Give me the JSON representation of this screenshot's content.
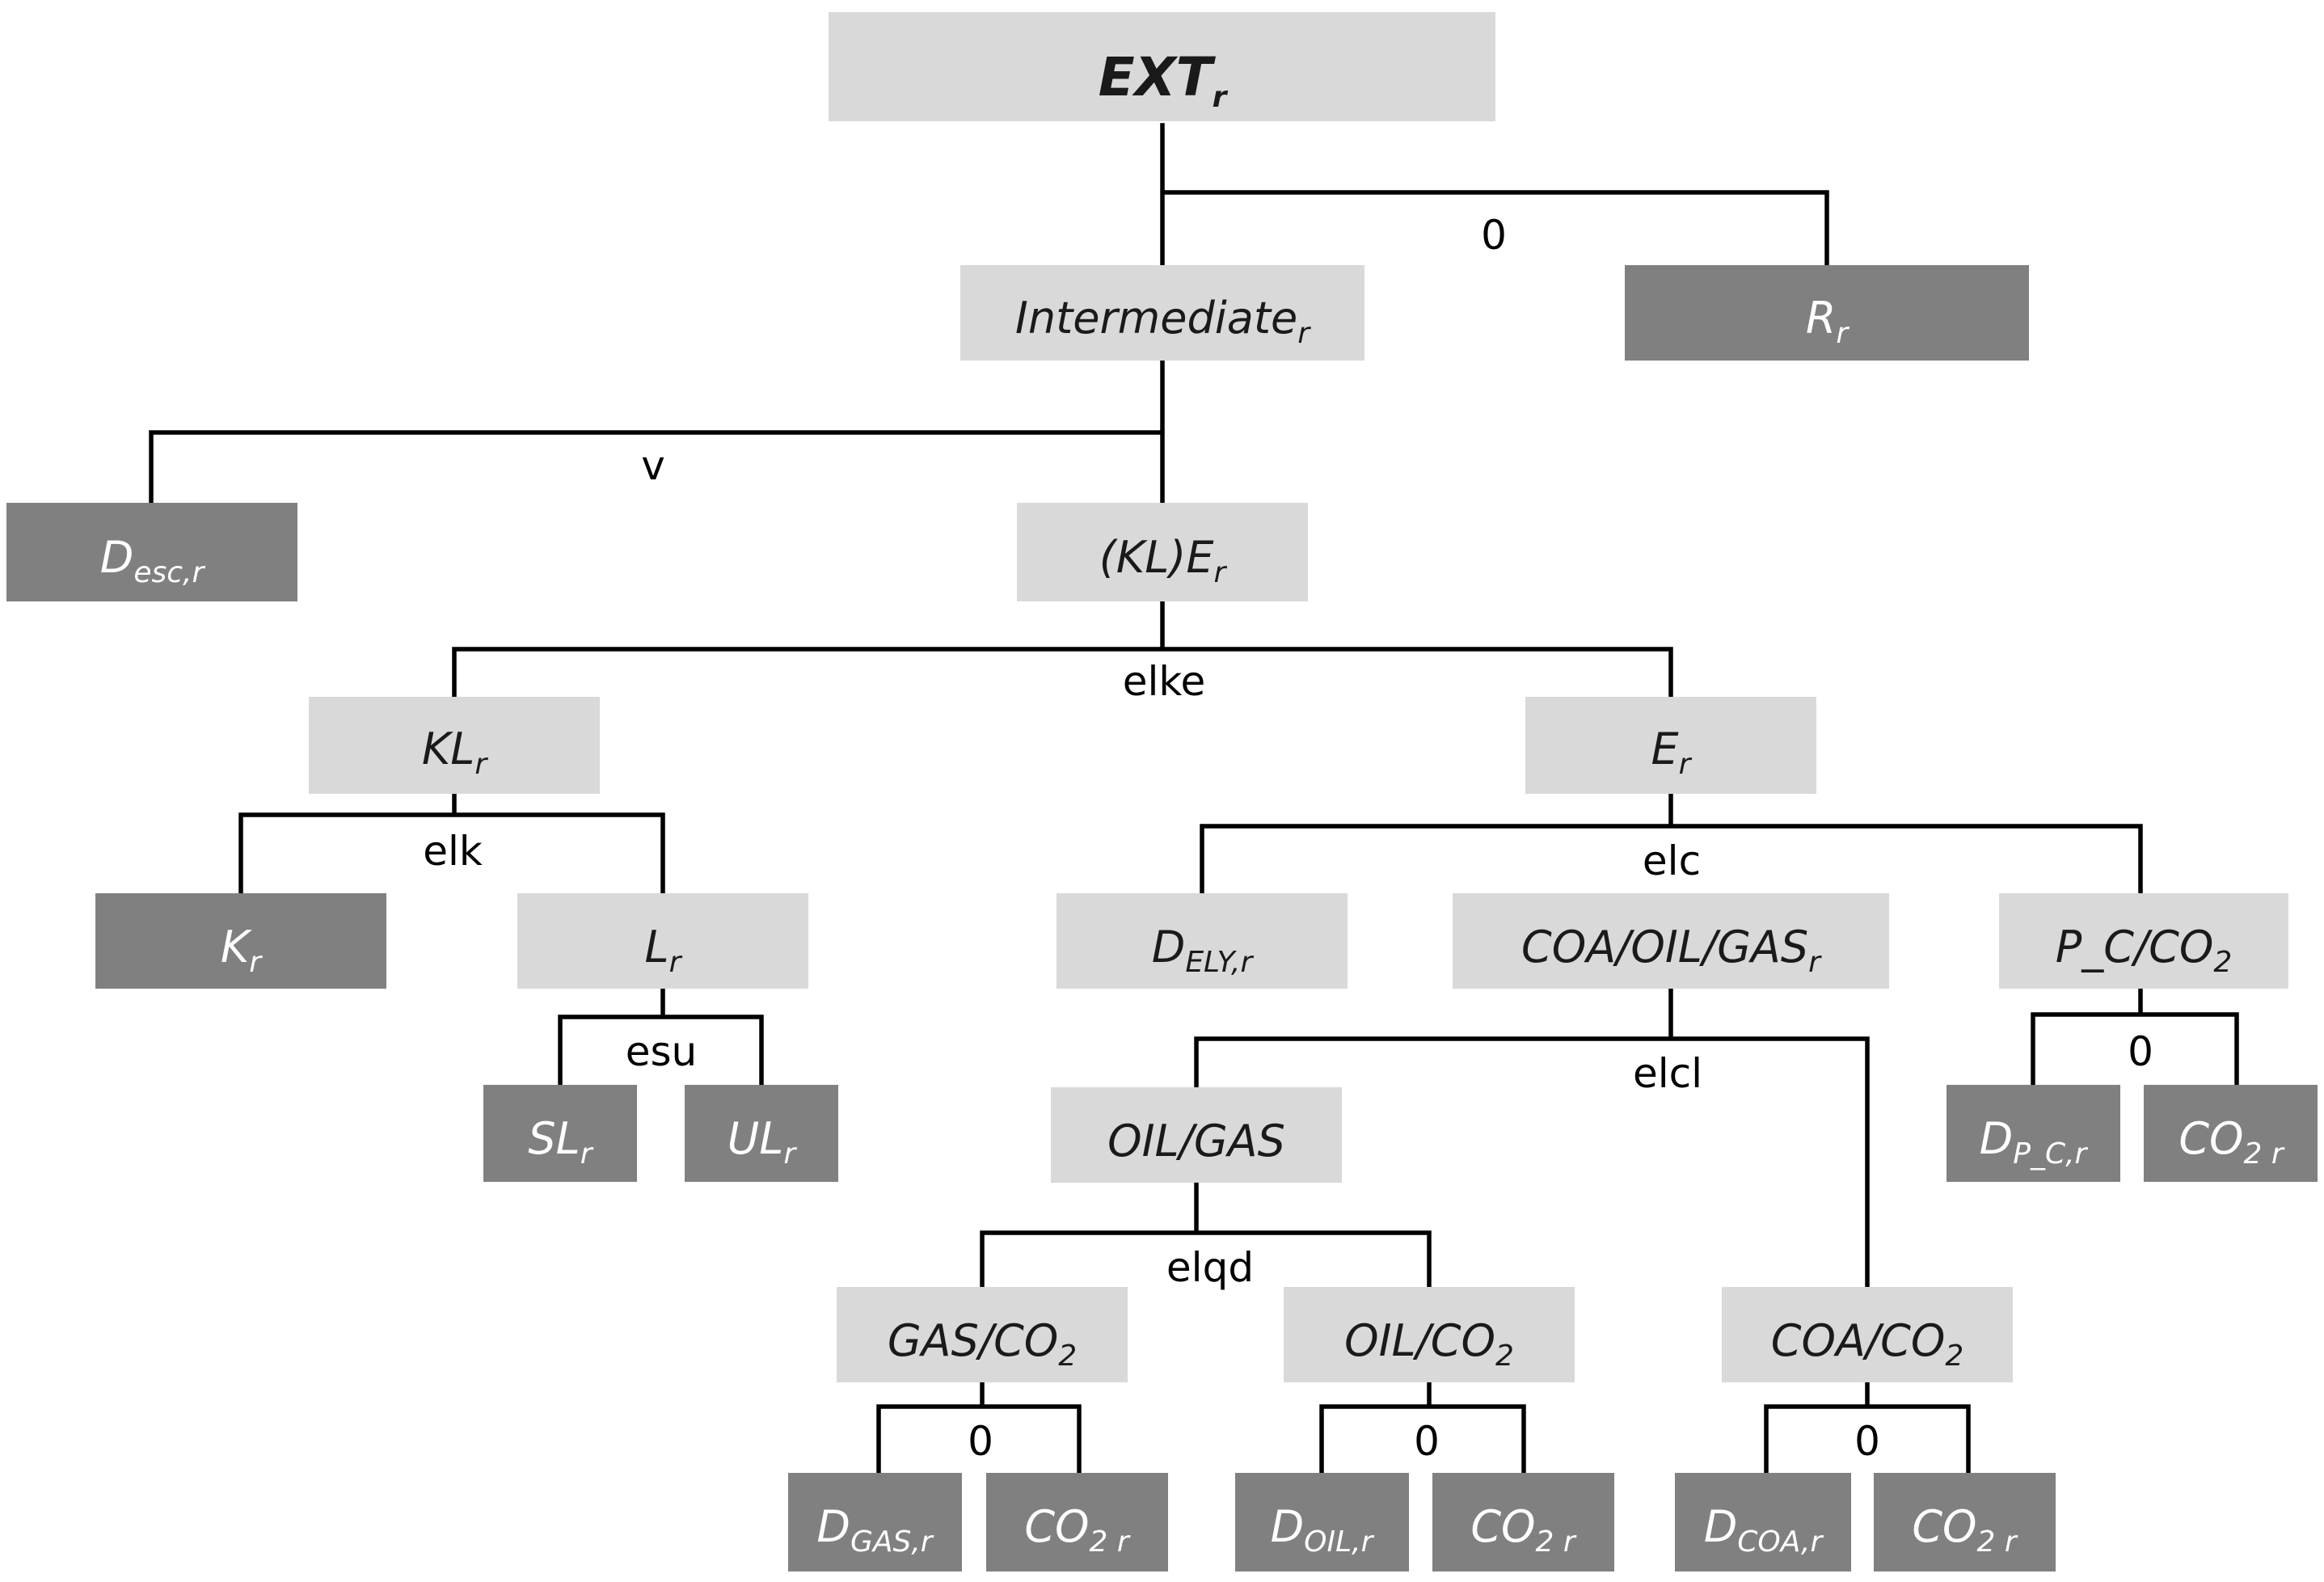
{
  "colors": {
    "nest_node": "#d9d9d9",
    "input_node": "#808080",
    "line": "#000000",
    "nest_text": "#1a1a1a",
    "input_text": "#ffffff"
  },
  "nodes": {
    "ext": {
      "main": "EXT",
      "sub": "r"
    },
    "intermediate": {
      "main": "Intermediate",
      "sub": "r"
    },
    "r": {
      "main": "R",
      "sub": "r"
    },
    "desc": {
      "main": "D",
      "sub": "esc,r"
    },
    "kle": {
      "main": "(KL)E",
      "sub": "r"
    },
    "kl": {
      "main": "KL",
      "sub": "r"
    },
    "e": {
      "main": "E",
      "sub": "r"
    },
    "k": {
      "main": "K",
      "sub": "r"
    },
    "l": {
      "main": "L",
      "sub": "r"
    },
    "sl": {
      "main": "SL",
      "sub": "r"
    },
    "ul": {
      "main": "UL",
      "sub": "r"
    },
    "dely": {
      "main": "D",
      "sub": "ELY,r"
    },
    "coaoilgas": {
      "main": "COA/OIL/GAS",
      "sub": "r"
    },
    "pcco2": {
      "main": "P_C/CO",
      "sub": "2"
    },
    "oilgas": {
      "main": "OIL/GAS",
      "sub": ""
    },
    "gasco2": {
      "main": "GAS/CO",
      "sub": "2"
    },
    "oilco2": {
      "main": "OIL/CO",
      "sub": "2"
    },
    "coaco2": {
      "main": "COA/CO",
      "sub": "2"
    },
    "dpc": {
      "main": "D",
      "sub": "P_C,r"
    },
    "co2_pc": {
      "main": "CO",
      "sub": "2 r"
    },
    "dgas": {
      "main": "D",
      "sub": "GAS,r"
    },
    "co2_gas": {
      "main": "CO",
      "sub": "2 r"
    },
    "doil": {
      "main": "D",
      "sub": "OIL,r"
    },
    "co2_oil": {
      "main": "CO",
      "sub": "2 r"
    },
    "dcoa": {
      "main": "D",
      "sub": "COA,r"
    },
    "co2_coa": {
      "main": "CO",
      "sub": "2 r"
    }
  },
  "elasticities": {
    "ext_split": "0",
    "intermediate_split": "v",
    "kle_split": "elke",
    "kl_split": "elk",
    "e_split": "elc",
    "l_split": "esu",
    "coaoilgas_split": "elcl",
    "pcco2_split": "0",
    "oilgas_split": "elqd",
    "gasco2_split": "0",
    "oilco2_split": "0",
    "coaco2_split": "0"
  }
}
